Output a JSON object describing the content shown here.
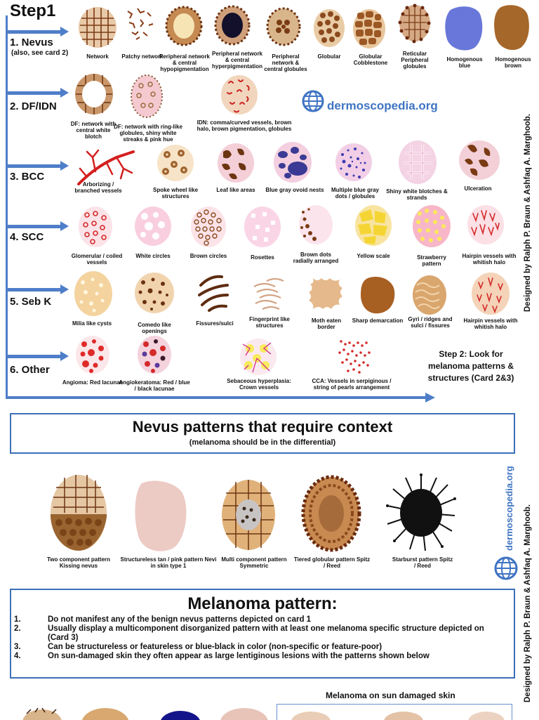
{
  "step1": "Step1",
  "rows": [
    {
      "label": "1.  Nevus",
      "sub": "(also, see card 2)"
    },
    {
      "label": "2. DF/IDN"
    },
    {
      "label": "3. BCC"
    },
    {
      "label": "4. SCC"
    },
    {
      "label": "5. Seb K"
    },
    {
      "label": "6. Other"
    }
  ],
  "captions": {
    "network": "Network",
    "patchy": "Patchy network",
    "periph_hypo": "Peripheral network & central hypopigmentation",
    "periph_hyper": "Peripheral network & central hyperpigmentation",
    "periph_glob": "Peripheral network & central globules",
    "globular": "Globular",
    "cobblestone": "Globular Cobblestone",
    "reticular": "Reticular Peripheral globules",
    "homo_blue": "Homogenous blue",
    "homo_brown": "Homogenous brown",
    "df_network": "DF: network with central white blotch",
    "df_ring": "DF: network with ring-like globules, shiny white streaks & pink hue",
    "idn": "IDN: comma/curved vessels, brown halo, brown pigmentation, globules",
    "arborizing": "Arborizing / branched vessels",
    "spoke": "Spoke wheel like structures",
    "leaf": "Leaf like areas",
    "ovoid": "Blue gray ovoid nests",
    "blue_dots": "Multiple blue gray dots / globules",
    "shiny": "Shiny white blotches & strands",
    "ulceration": "Ulceration",
    "glomerular": "Glomerular / coiled vessels",
    "white_circles": "White circles",
    "brown_circles": "Brown circles",
    "rosettes": "Rosettes",
    "brown_dots": "Brown dots radially arranged",
    "yellow_scale": "Yellow scale",
    "strawberry": "Strawberry pattern",
    "hairpin_scc": "Hairpin vessels with whitish halo",
    "milia": "Milia like cysts",
    "comedo": "Comedo like openings",
    "fissures": "Fissures/sulci",
    "fingerprint": "Fingerprint like structures",
    "moth": "Moth eaten border",
    "sharp": "Sharp demarcation",
    "gyri": "Gyri / ridges and sulci / fissures",
    "hairpin_sebk": "Hairpin vessels with whitish halo",
    "angioma": "Angioma: Red lacunae",
    "angiokeratoma": "Angiokeratoma: Red / blue / black lacunae",
    "sebaceous": "Sebaceous hyperplasia: Crown vessels",
    "cca": "CCA: Vessels in serpiginous / string of pearls arrangement"
  },
  "step2": "Step 2: Look for melanoma patterns & structures (Card 2&3)",
  "logo": "dermoscopedia.org",
  "credit": "Designed by Ralph P. Braun & Ashfaq A. Marghoob.",
  "context": {
    "title": "Nevus patterns that require context",
    "subtitle": "(melanoma should be in the differential)",
    "items": [
      "Two component pattern Kissing nevus",
      "Structureless tan / pink pattern Nevi in skin type 1",
      "Multi component pattern Symmetric",
      "Tiered globular pattern Spitz / Reed",
      "Starburst pattern Spitz / Reed"
    ]
  },
  "melanoma": {
    "title": "Melanoma pattern:",
    "items": [
      {
        "num": "1.",
        "text": "Do not manifest any of the benign nevus patterns depicted on card 1"
      },
      {
        "num": "2.",
        "text": "Usually display a multicomponent disorganized pattern with at least one melanoma specific structure depicted on  (Card 3)"
      },
      {
        "num": "3.",
        "text": "Can be structureless or featureless or blue-black in color (non-specific or feature-poor)"
      },
      {
        "num": "4.",
        "text": "On sun-damaged skin they often appear as large lentiginous lesions with the patterns shown below"
      }
    ],
    "sun_damaged": "Melanoma on sun damaged skin"
  },
  "colors": {
    "accent": "#4f7ec9",
    "box_border": "#3d6fb8",
    "logo": "#3f74c3"
  }
}
